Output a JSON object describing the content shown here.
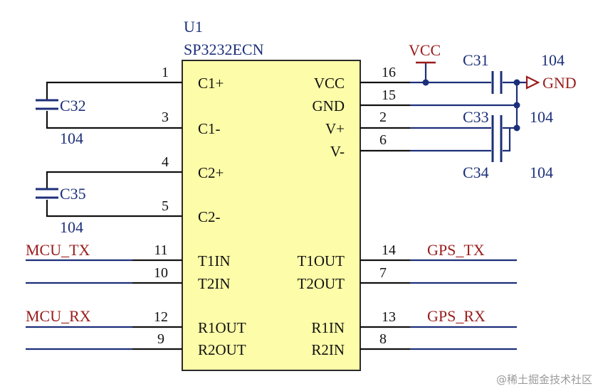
{
  "chip": {
    "designator": "U1",
    "part": "SP3232ECN",
    "fill": "#fdfca8",
    "outline": "#2b2b2b"
  },
  "pins_left": [
    {
      "num": "1",
      "name": "C1+"
    },
    {
      "num": "3",
      "name": "C1-"
    },
    {
      "num": "4",
      "name": "C2+"
    },
    {
      "num": "5",
      "name": "C2-"
    },
    {
      "num": "11",
      "name": "T1IN"
    },
    {
      "num": "10",
      "name": "T2IN"
    },
    {
      "num": "12",
      "name": "R1OUT"
    },
    {
      "num": "9",
      "name": "R2OUT"
    }
  ],
  "pins_right": [
    {
      "num": "16",
      "name": "VCC"
    },
    {
      "num": "15",
      "name": "GND"
    },
    {
      "num": "2",
      "name": "V+"
    },
    {
      "num": "6",
      "name": "V-"
    },
    {
      "num": "14",
      "name": "T1OUT"
    },
    {
      "num": "7",
      "name": "T2OUT"
    },
    {
      "num": "13",
      "name": "R1IN"
    },
    {
      "num": "8",
      "name": "R2IN"
    }
  ],
  "capacitors": [
    {
      "ref": "C32",
      "value": "104"
    },
    {
      "ref": "C35",
      "value": "104"
    },
    {
      "ref": "C31",
      "value": "104"
    },
    {
      "ref": "C33",
      "value": "104"
    },
    {
      "ref": "C34",
      "value": "104"
    }
  ],
  "net_labels": {
    "mcu_tx": "MCU_TX",
    "mcu_rx": "MCU_RX",
    "gps_tx": "GPS_TX",
    "gps_rx": "GPS_RX"
  },
  "power": {
    "vcc": "VCC",
    "gnd": "GND"
  },
  "watermark": "@稀土掘金技术社区",
  "colors": {
    "wire_black": "#111111",
    "wire_blue": "#1c2f7a",
    "pin_text": "#111111",
    "ref_text": "#1c2f7a",
    "power_text": "#9a1c1c",
    "junction": "#1c2f7a"
  }
}
